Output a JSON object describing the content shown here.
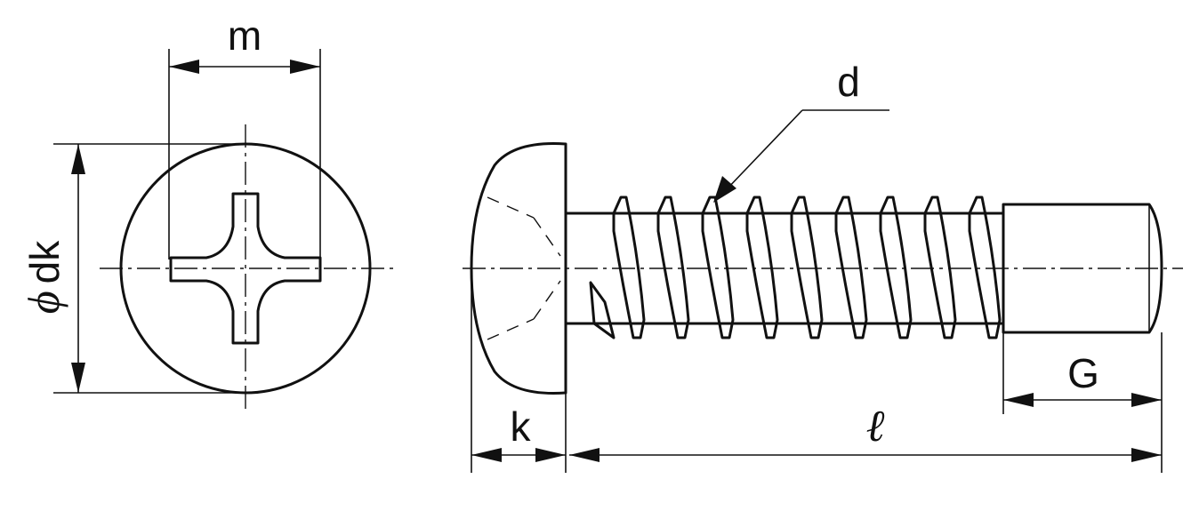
{
  "labels": {
    "m": "m",
    "phi": "ϕ",
    "dk": "dk",
    "d": "d",
    "k": "k",
    "l": "ℓ",
    "G": "G"
  },
  "colors": {
    "line": "#111111",
    "background": "#ffffff"
  }
}
